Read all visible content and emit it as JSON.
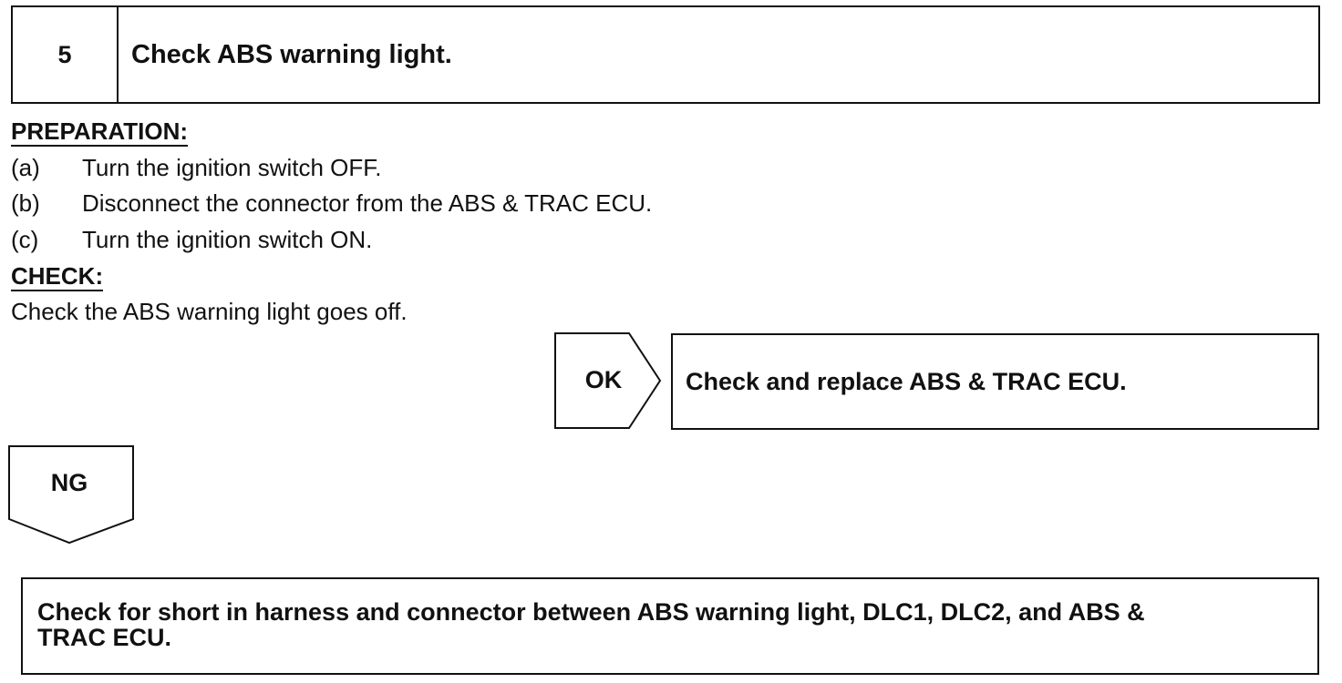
{
  "step": {
    "number": "5",
    "title": "Check ABS warning light."
  },
  "preparation": {
    "heading": "PREPARATION:",
    "items": [
      {
        "label": "(a)",
        "text": "Turn the ignition switch OFF."
      },
      {
        "label": "(b)",
        "text": "Disconnect the connector from the ABS & TRAC ECU."
      },
      {
        "label": "(c)",
        "text": "Turn the ignition switch ON."
      }
    ]
  },
  "check": {
    "heading": "CHECK:",
    "text": "Check the ABS warning light goes off."
  },
  "ok_branch": {
    "label": "OK",
    "action": "Check and replace ABS & TRAC ECU."
  },
  "ng_branch": {
    "label": "NG",
    "action_line1": "Check for short in harness and connector between ABS warning light, DLC1, DLC2, and ABS &",
    "action_line2": "TRAC ECU."
  }
}
